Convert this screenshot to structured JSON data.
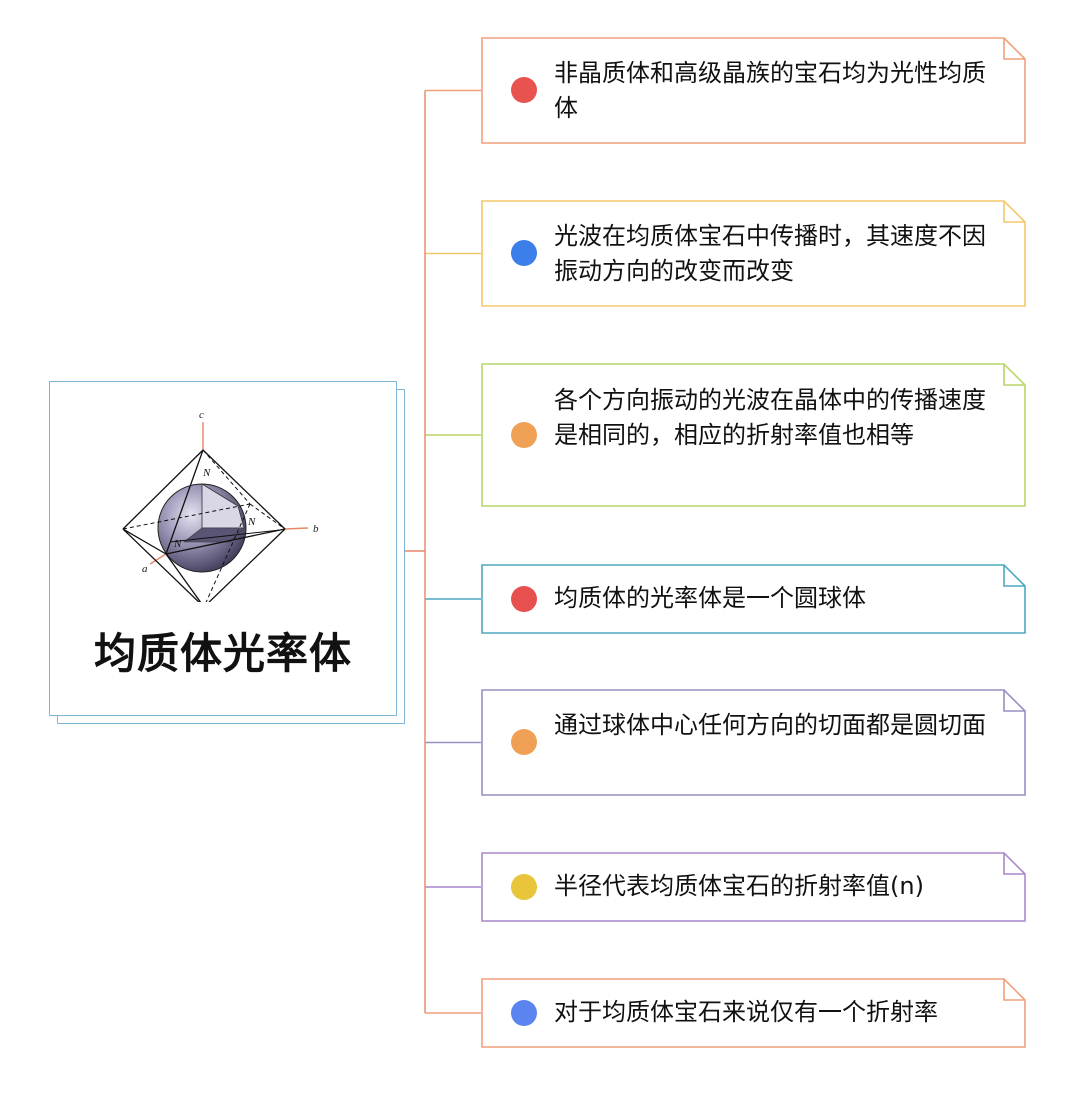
{
  "central_topic": {
    "title": "均质体光率体",
    "figure_labels": {
      "c": "c",
      "b": "b",
      "a": "a",
      "n": "N"
    }
  },
  "colors": {
    "card_border": "#7fb6d6",
    "trunk": "#e8866a"
  },
  "branches": [
    {
      "text": "非晶质体和高级晶族的宝石均为光性均质体",
      "dot_color": "#e8524f",
      "border_color": "#f0a07c"
    },
    {
      "text": "光波在均质体宝石中传播时，其速度不因振动方向的改变而改变",
      "dot_color": "#3d7fea",
      "border_color": "#f3c86a"
    },
    {
      "text": "各个方向振动的光波在晶体中的传播速度是相同的，相应的折射率值也相等",
      "dot_color": "#f0a055",
      "border_color": "#b9d66a"
    },
    {
      "text": "均质体的光率体是一个圆球体",
      "dot_color": "#e84f4f",
      "border_color": "#4da9bf"
    },
    {
      "text": "通过球体中心任何方向的切面都是圆切面",
      "dot_color": "#f0a055",
      "border_color": "#9a8ec4"
    },
    {
      "text": "半径代表均质体宝石的折射率值(n)",
      "dot_color": "#e8c53a",
      "border_color": "#a98acb"
    },
    {
      "text": "对于均质体宝石来说仅有一个折射率",
      "dot_color": "#5b84f0",
      "border_color": "#f0a07c"
    }
  ]
}
